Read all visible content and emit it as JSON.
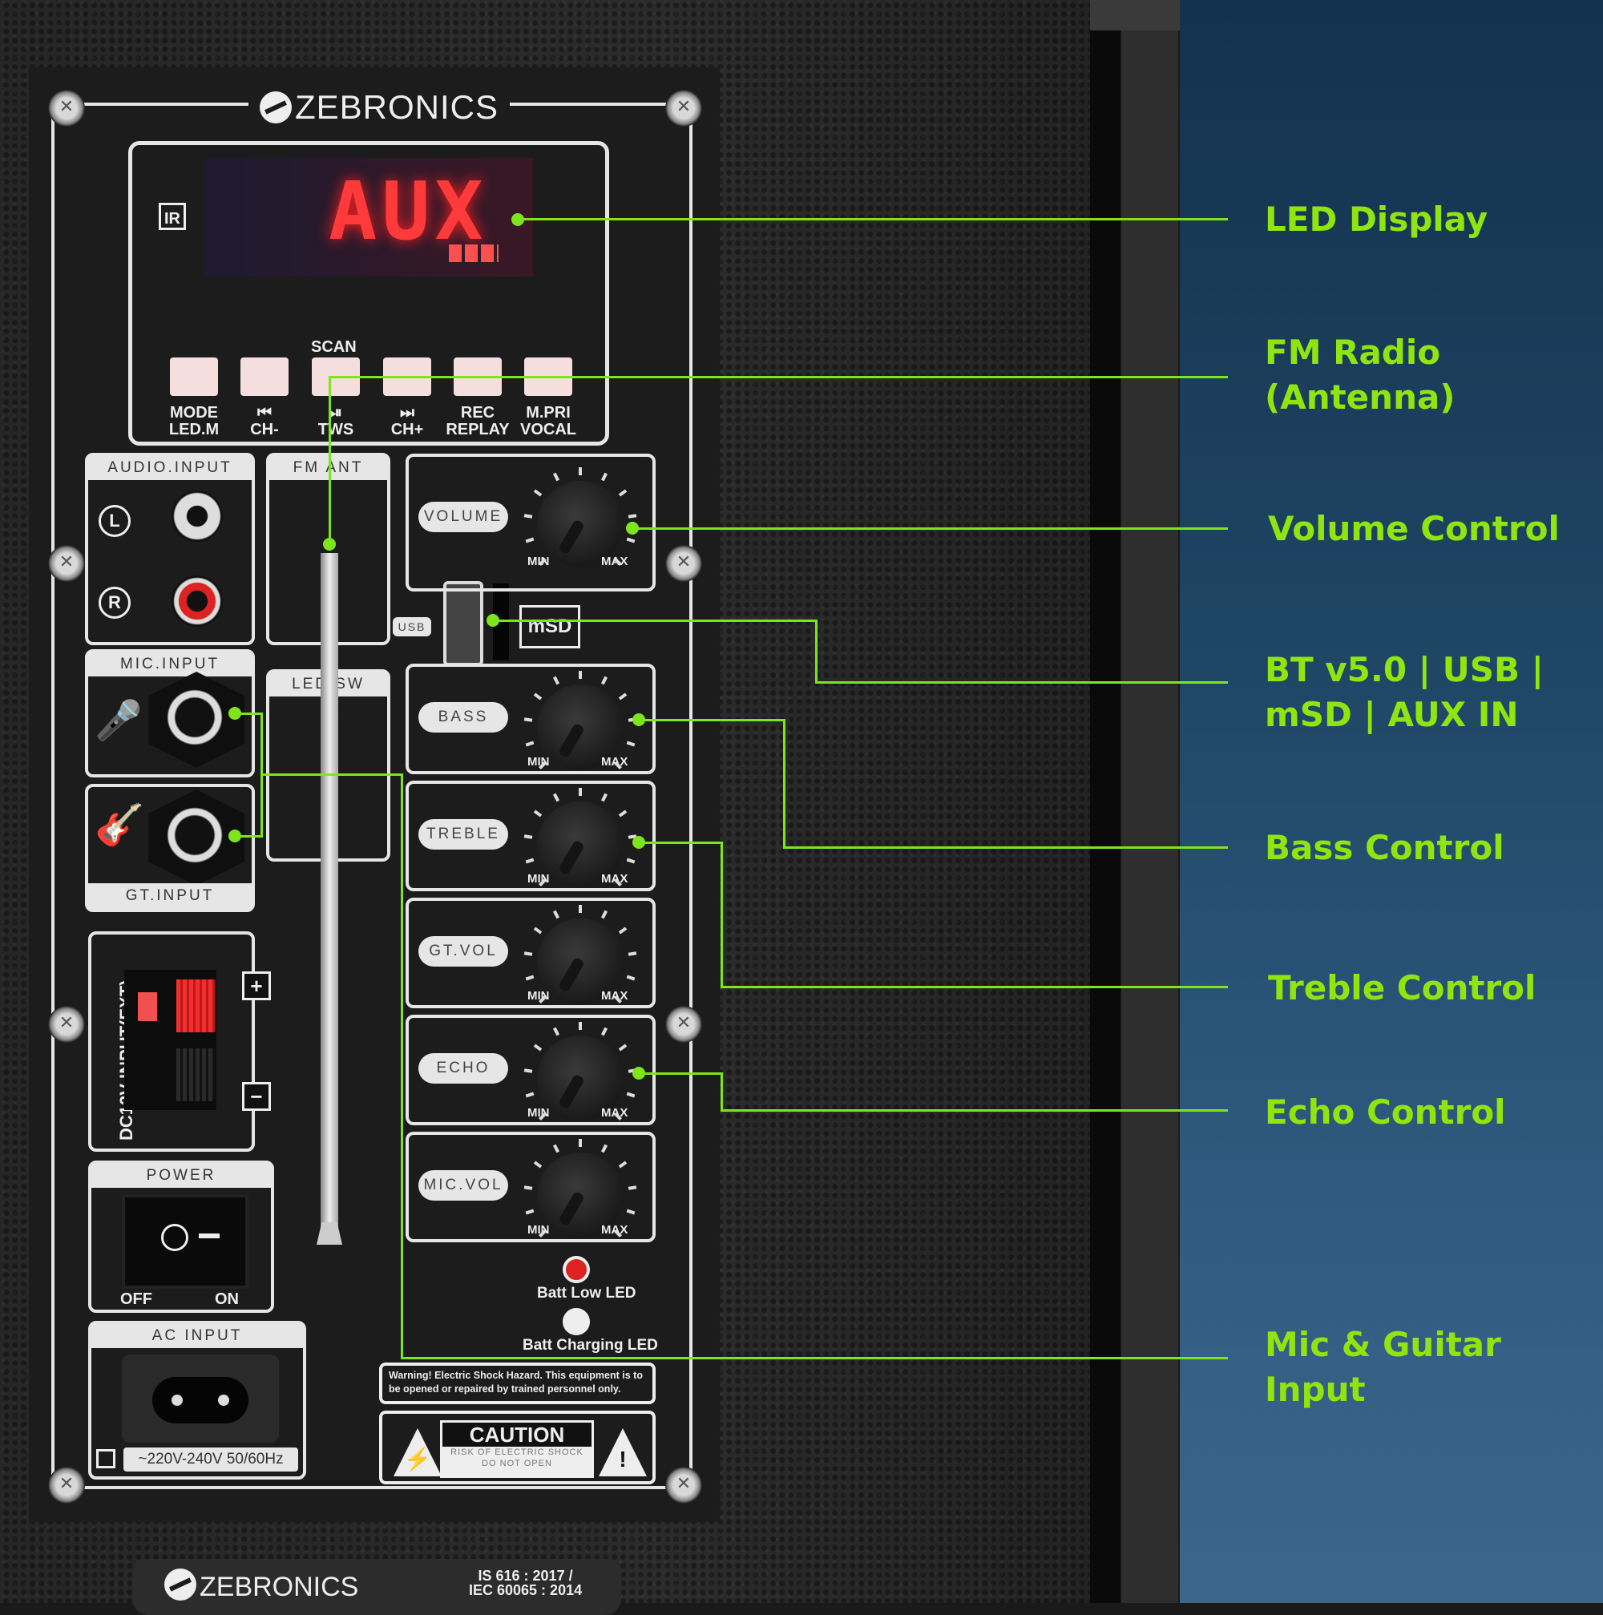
{
  "brand": "ZEBRONICS",
  "colors": {
    "accent": "#7ee51a",
    "callout_text": "#8fe60f",
    "led_red": "#ff3a3a",
    "background_top": "#13324d",
    "background_bottom": "#3b678d"
  },
  "display": {
    "text": "AUX",
    "ir_label": "IR",
    "battery_icon": "battery-full-icon"
  },
  "buttons": {
    "scan_label": "SCAN",
    "items": [
      {
        "line1": "MODE",
        "line2": "LED.M"
      },
      {
        "line1": "⏮",
        "line2": "CH-"
      },
      {
        "line1": "⏯",
        "line2": "TWS"
      },
      {
        "line1": "⏭",
        "line2": "CH+"
      },
      {
        "line1": "REC",
        "line2": "REPLAY"
      },
      {
        "line1": "M.PRI",
        "line2": "VOCAL"
      }
    ]
  },
  "sections": {
    "audio_input": "AUDIO.INPUT",
    "left": "L",
    "right": "R",
    "fm_ant": "FM ANT",
    "led_sw": "LED SW",
    "mic_input": "MIC.INPUT",
    "gt_input": "GT.INPUT",
    "usb": "USB",
    "msd": "mSD",
    "dc_input": "DC12V INPUT(EXT)",
    "plus": "+",
    "minus": "−",
    "power": "POWER",
    "off": "OFF",
    "on": "ON",
    "ac_input": "AC INPUT",
    "ac_rating": "~220V-240V 50/60Hz"
  },
  "knobs": [
    {
      "label": "VOLUME",
      "min": "MIN",
      "max": "MAX"
    },
    {
      "label": "BASS",
      "min": "MIN",
      "max": "MAX"
    },
    {
      "label": "TREBLE",
      "min": "MIN",
      "max": "MAX"
    },
    {
      "label": "GT.VOL",
      "min": "MIN",
      "max": "MAX"
    },
    {
      "label": "ECHO",
      "min": "MIN",
      "max": "MAX"
    },
    {
      "label": "MIC.VOL",
      "min": "MIN",
      "max": "MAX"
    }
  ],
  "leds": {
    "batt_low": "Batt Low LED",
    "batt_charging": "Batt Charging LED"
  },
  "warning": "Warning! Electric Shock Hazard. This equipment is to be opened or repaired by trained personnel only.",
  "caution": {
    "title": "CAUTION",
    "line1": "RISK OF ELECTRIC SHOCK",
    "line2": "DO NOT OPEN"
  },
  "footer": {
    "brand": "ZEBRONICS",
    "standard1": "IS 616 : 2017 /",
    "standard2": "IEC 60065 : 2014"
  },
  "callouts": [
    {
      "line1": "LED Display",
      "line2": ""
    },
    {
      "line1": "FM Radio",
      "line2": "(Antenna)"
    },
    {
      "line1": "Volume Control",
      "line2": ""
    },
    {
      "line1": "BT v5.0 | USB |",
      "line2": "mSD | AUX IN"
    },
    {
      "line1": "Bass Control",
      "line2": ""
    },
    {
      "line1": "Treble Control",
      "line2": ""
    },
    {
      "line1": "Echo Control",
      "line2": ""
    },
    {
      "line1": "Mic & Guitar",
      "line2": "Input"
    }
  ]
}
